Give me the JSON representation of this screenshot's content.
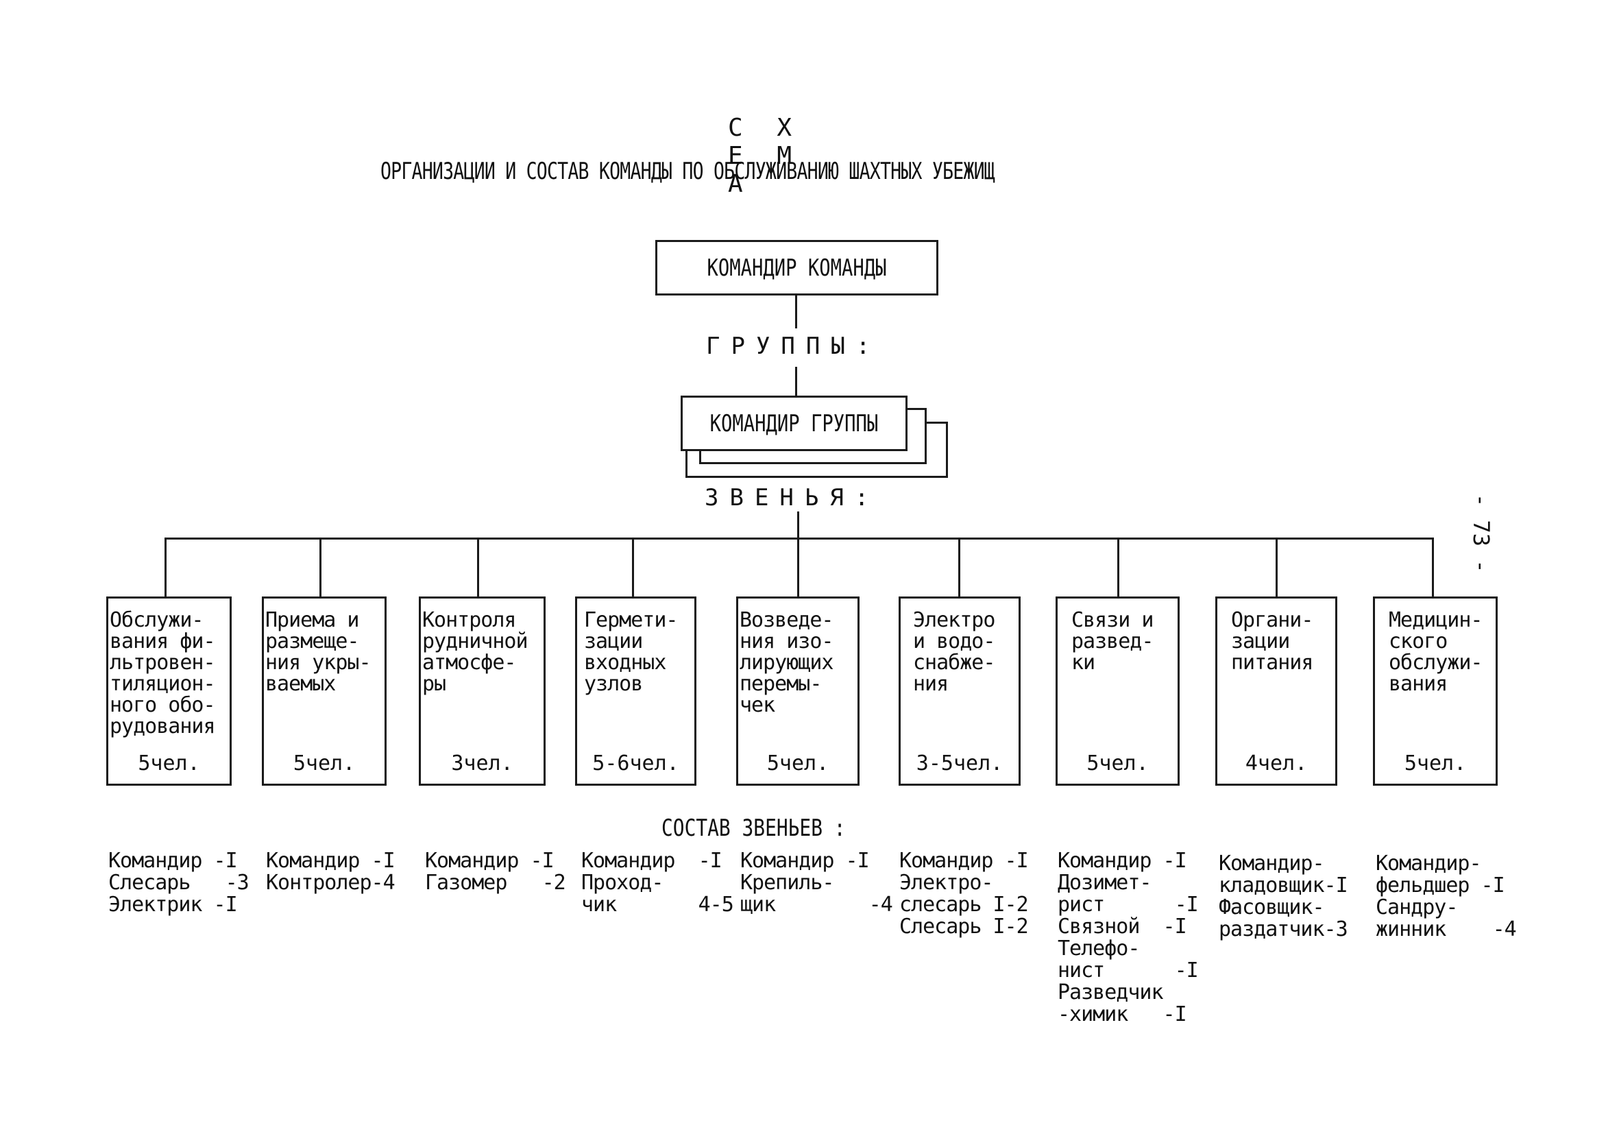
{
  "header": {
    "title": "С Х Е М А",
    "subtitle": "ОРГАНИЗАЦИИ И СОСТАВ КОМАНДЫ ПО ОБСЛУЖИВАНИЮ ШАХТНЫХ УБЕЖИЩ"
  },
  "commander": {
    "label": "КОМАНДИР КОМАНДЫ"
  },
  "groups_label": "ГРУППЫ:",
  "group_commander": {
    "label": "КОМАНДИР ГРУППЫ"
  },
  "links_label": "ЗВЕНЬЯ:",
  "units": [
    {
      "name": "Обслужи-\nвания фи-\nльтровен-\nтиляцион-\nного обо-\nрудования",
      "size": "5чел."
    },
    {
      "name": "Приема и\nразмеще-\nния укры-\nваемых",
      "size": "5чел."
    },
    {
      "name": "Контроля\nрудничной\nатмосфе-\nры",
      "size": "3чел."
    },
    {
      "name": "Гермети-\nзации\nвходных\nузлов",
      "size": "5-6чел."
    },
    {
      "name": "Возведе-\nния изо-\nлирующих\nперемы-\nчек",
      "size": "5чел."
    },
    {
      "name": "Электро\nи водо-\nснабже-\nния",
      "size": "3-5чел."
    },
    {
      "name": "Связи и\nразвед-\nки",
      "size": "5чел."
    },
    {
      "name": "Органи-\nзации\nпитания",
      "size": "4чел."
    },
    {
      "name": "Медицин-\nского\nобслужи-\nвания",
      "size": "5чел."
    }
  ],
  "composition_title": "СОСТАВ ЗВЕНЬЕВ :",
  "composition": [
    "Командир -I\nСлесарь   -3\nЭлектрик -I",
    "Командир -I\nКонтролер-4",
    "Командир -I\nГазомер   -2",
    "Командир  -I\nПроход-\nчик       4-5",
    "Командир -I\nКрепиль-\nщик        -4",
    "Командир -I\nЭлектро-\nслесарь I-2\nСлесарь I-2",
    "Командир -I\nДозимет-\nрист      -I\nСвязной  -I\nТелефо-\nнист      -I\nРазведчик\n-химик   -I",
    "Командир-\nкладовщик-I\nФасовщик-\nраздатчик-3",
    "Командир-\nфельдшер -I\nСандру-\nжинник    -4"
  ],
  "page_number": "- 73 -"
}
